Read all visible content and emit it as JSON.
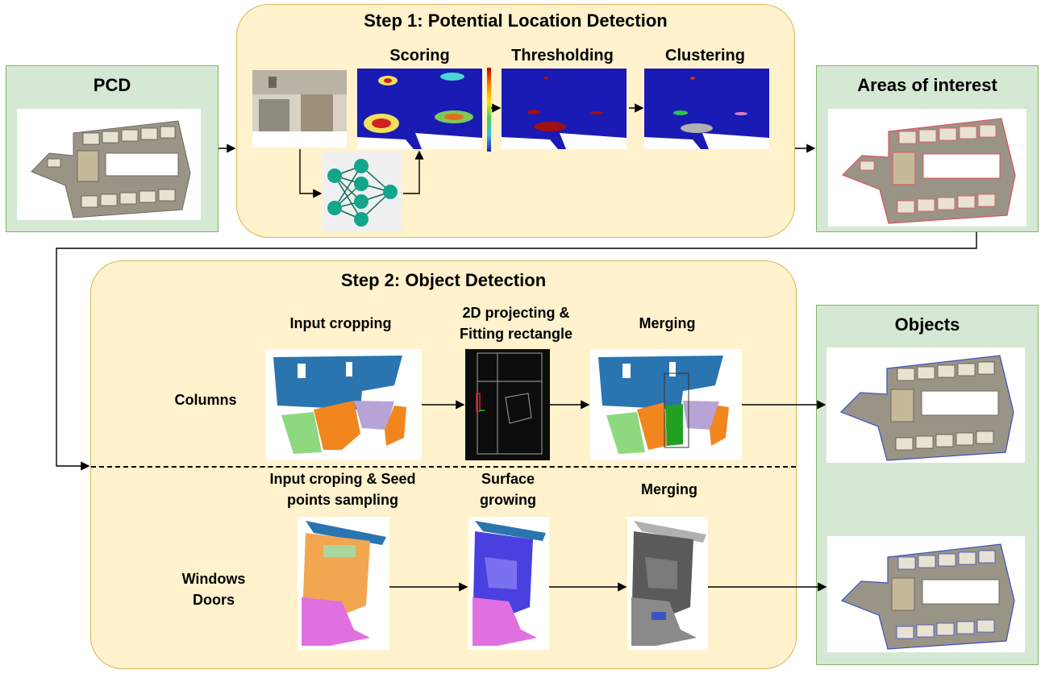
{
  "pcd": {
    "title": "PCD"
  },
  "step1": {
    "title": "Step 1: Potential Location Detection",
    "scoring": "Scoring",
    "thresholding": "Thresholding",
    "clustering": "Clustering"
  },
  "areas": {
    "title": "Areas of interest"
  },
  "step2": {
    "title": "Step 2: Object Detection",
    "input_cropping": "Input cropping",
    "projecting_line1": "2D projecting &",
    "projecting_line2": "Fitting rectangle",
    "merging_top": "Merging",
    "columns": "Columns",
    "seed_line1": "Input croping & Seed",
    "seed_line2": "points sampling",
    "surface_line1": "Surface",
    "surface_line2": "growing",
    "merging_bottom": "Merging",
    "windows": "Windows",
    "doors": "Doors"
  },
  "objects": {
    "title": "Objects"
  },
  "colors": {
    "green_fill": "#d5e8d4",
    "green_stroke": "#82b366",
    "step_fill": "#fff2cc",
    "step_stroke": "#d6b656",
    "nn_node": "#12a58a",
    "heat_bg": "#1a1ab5"
  }
}
